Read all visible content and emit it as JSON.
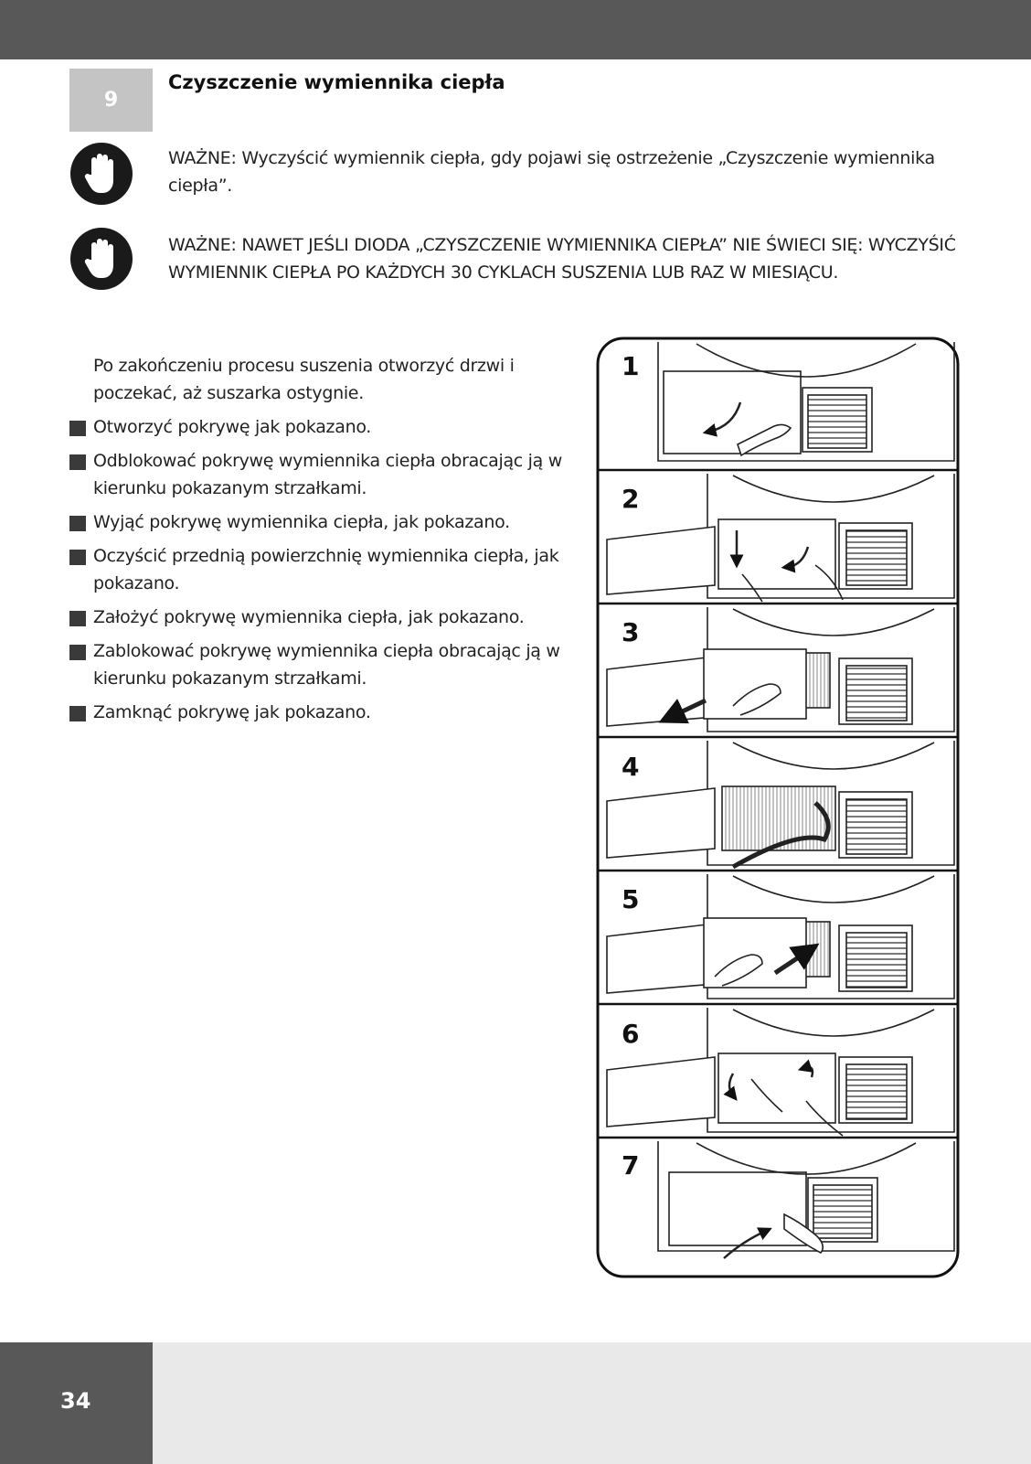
{
  "section": {
    "number": "9",
    "title": "Czyszczenie wymiennika ciepła"
  },
  "warnings": [
    {
      "icon": "stop-hand-icon",
      "text": "WAŻNE: Wyczyścić wymiennik ciepła, gdy pojawi się ostrzeżenie „Czyszczenie wymiennika ciepła”."
    },
    {
      "icon": "stop-hand-icon",
      "text": "WAŻNE: NAWET JEŚLI DIODA „CZYSZCZENIE WYMIENNIKA CIEPŁA” NIE ŚWIECI SIĘ:  WYCZYŚIĆ WYMIENNIK CIEPŁA PO KAŻDYCH 30 CYKLACH SUSZENIA LUB RAZ W MIESIĄCU."
    }
  ],
  "intro": "Po zakończeniu procesu suszenia otworzyć drzwi i poczekać, aż suszarka ostygnie.",
  "steps": [
    "Otworzyć pokrywę jak pokazano.",
    "Odblokować pokrywę wymiennika ciepła obracając ją w kierunku pokazanym strzałkami.",
    "Wyjąć pokrywę wymiennika ciepła, jak pokazano.",
    "Oczyścić przednią powierzchnię wymiennika ciepła, jak pokazano.",
    "Założyć pokrywę wymiennika ciepła, jak pokazano.",
    "Zablokować pokrywę wymiennika ciepła obracając ją w kierunku pokazanym strzałkami.",
    "Zamknąć pokrywę jak pokazano."
  ],
  "figure": {
    "panel_labels": [
      "1",
      "2",
      "3",
      "4",
      "5",
      "6",
      "7"
    ]
  },
  "footer": {
    "page_number": "34"
  },
  "colors": {
    "bar": "#585858",
    "section_box": "#c4c4c4",
    "footer_band": "#e9e9e9"
  }
}
